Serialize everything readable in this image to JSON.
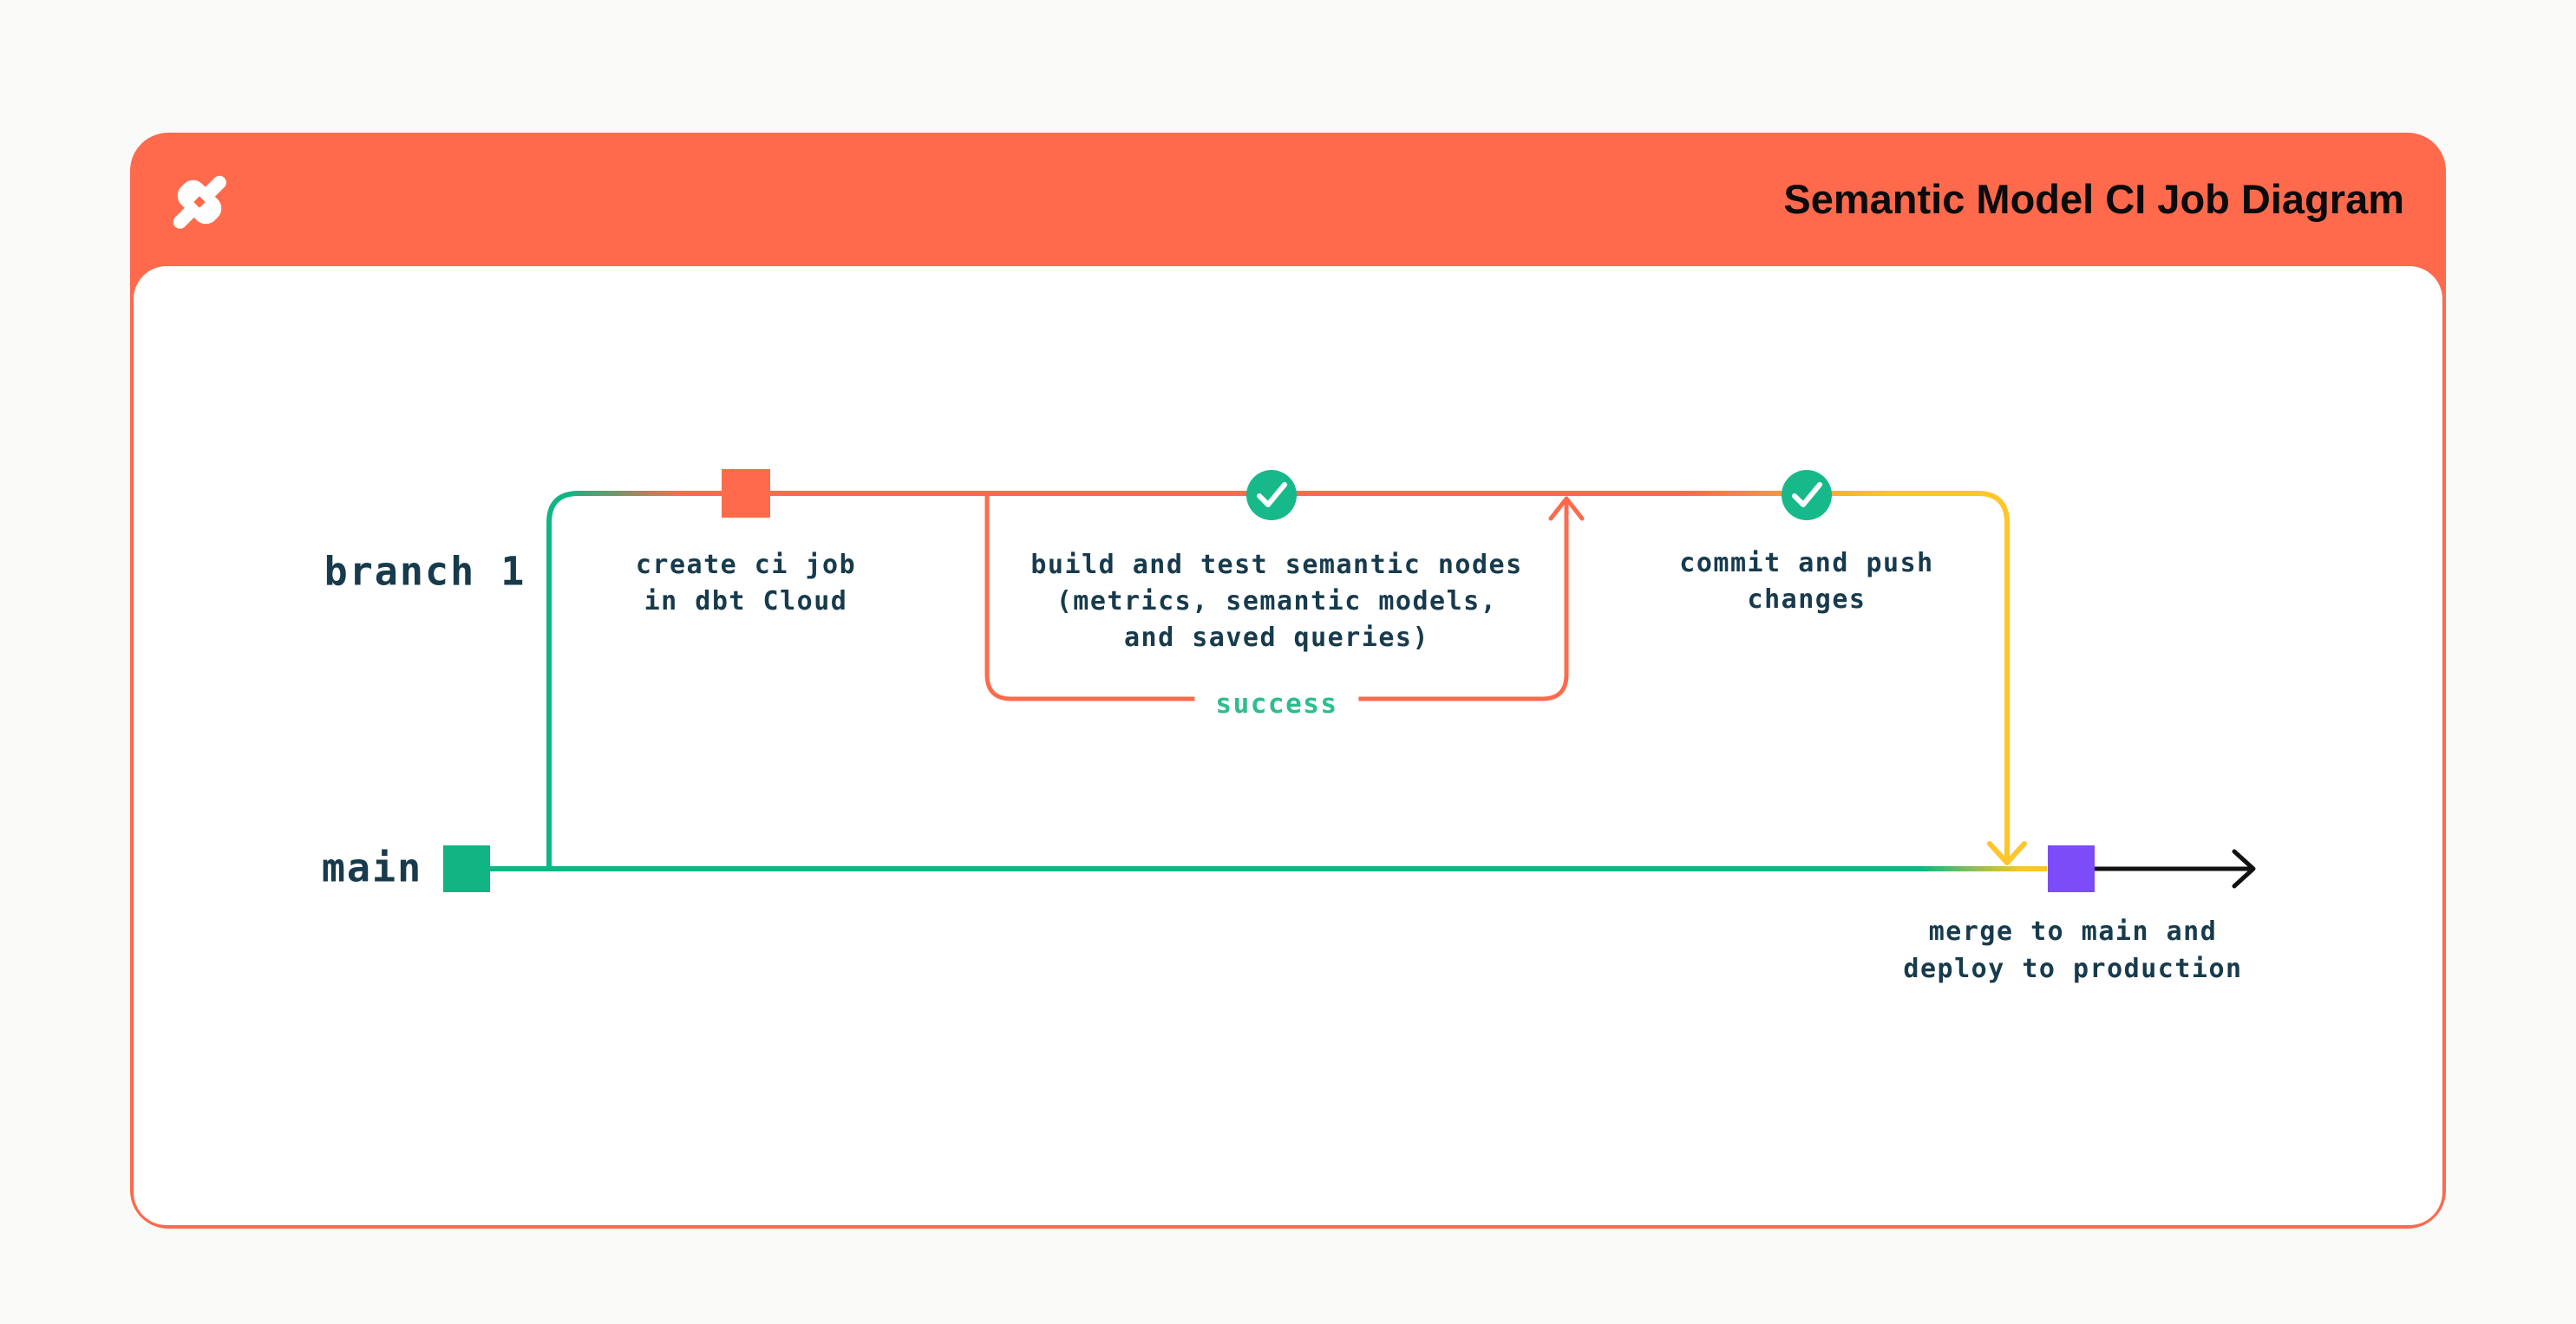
{
  "header": {
    "title": "Semantic Model CI Job Diagram",
    "logo": "dbt-logo"
  },
  "diagram": {
    "branch_labels": {
      "branch1": "branch 1",
      "main": "main"
    },
    "steps": {
      "create_ci": {
        "line1": "create ci job",
        "line2": "in dbt Cloud"
      },
      "build_test": {
        "line1": "build and test semantic nodes",
        "line2": "(metrics, semantic models,",
        "line3": "and saved queries)"
      },
      "commit_push": {
        "line1": "commit and push",
        "line2": "changes"
      },
      "merge_deploy": {
        "line1": "merge to main and",
        "line2": "deploy to production"
      }
    },
    "loop_label": "success",
    "icons": [
      "check-icon",
      "check-icon",
      "commit-square",
      "commit-square",
      "commit-square"
    ]
  },
  "colors": {
    "orange": "#FF6A4C",
    "green": "#10B583",
    "circle-green": "#17B98A",
    "success-green": "#2CBE8C",
    "yellow": "#FFC62B",
    "purple": "#7B4CF7",
    "ink": "#173B4D",
    "title-ink": "#0B0B0B",
    "page-bg": "#FAFAF9",
    "card-bg": "#FFFFFF"
  }
}
